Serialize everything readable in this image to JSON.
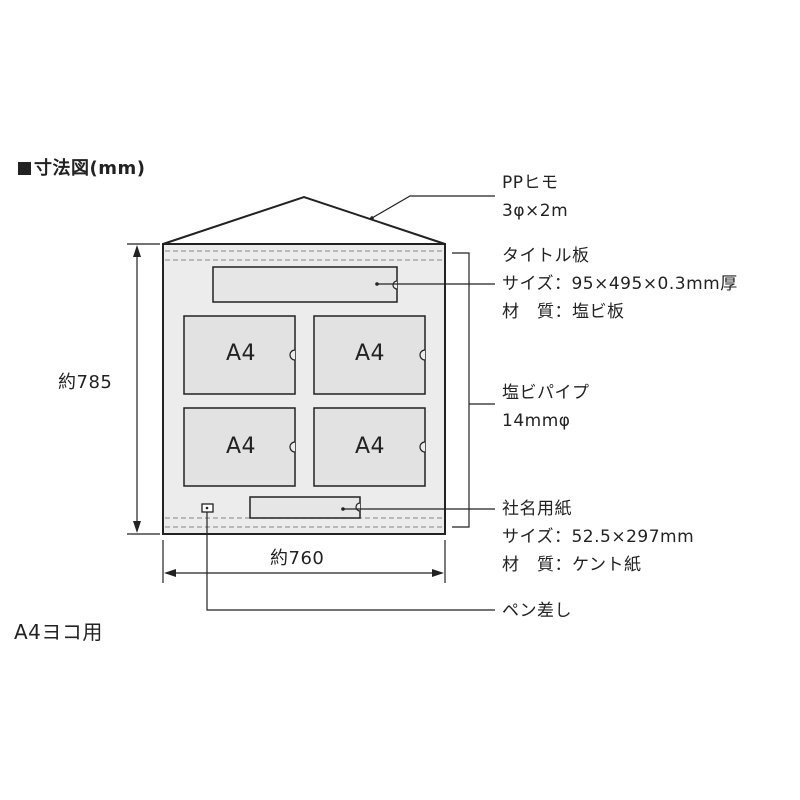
{
  "heading": "■寸法図(mm)",
  "heading_text": "寸法図(mm)",
  "dimensions": {
    "height": "約785",
    "width": "約760"
  },
  "boxes": [
    "A4",
    "A4",
    "A4",
    "A4"
  ],
  "callouts": {
    "pp_cord": {
      "name": "PPヒモ",
      "spec": "3φ×2m"
    },
    "title_board": {
      "name": "タイトル板",
      "size": "サイズ：95×495×0.3mm厚",
      "material": "材　質：塩ビ板"
    },
    "pvc_pipe": {
      "name": "塩ビパイプ",
      "spec": "14mmφ"
    },
    "company_sheet": {
      "name": "社名用紙",
      "size": "サイズ：52.5×297mm",
      "material": "材　質：ケント紙"
    },
    "pen_holder": {
      "name": "ペン差し"
    }
  },
  "variant": "A4ヨコ用",
  "colors": {
    "board": "#ececec",
    "pocket": "#e2e2e2",
    "line": "#222222",
    "dash": "#9a9a9a"
  }
}
